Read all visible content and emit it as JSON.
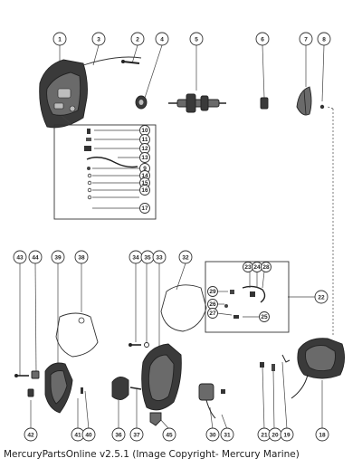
{
  "callouts": {
    "c1": "1",
    "c2": "2",
    "c3": "3",
    "c4": "4",
    "c5": "5",
    "c6": "6",
    "c7": "7",
    "c8": "8",
    "k10": "10",
    "k11": "11",
    "k12": "12",
    "k13": "13",
    "k9": "9",
    "k14": "14",
    "k15": "15",
    "k16": "16",
    "k17": "17",
    "c43": "43",
    "c44": "44",
    "c39": "39",
    "c38": "38",
    "c34": "34",
    "c35": "35",
    "c33": "33",
    "c32": "32",
    "c23": "23",
    "c24": "24",
    "c28": "28",
    "c29": "29",
    "c26": "26",
    "c27": "27",
    "c25": "25",
    "c22": "22",
    "c42": "42",
    "c41": "41",
    "c40": "40",
    "c36": "36",
    "c37": "37",
    "c45": "45",
    "c30": "30",
    "c31": "31",
    "c21": "21",
    "c20": "20",
    "c19": "19",
    "c18": "18"
  },
  "caption": "MercuryPartsOnline v2.5.1 (Image Copyright- Mercury Marine)"
}
